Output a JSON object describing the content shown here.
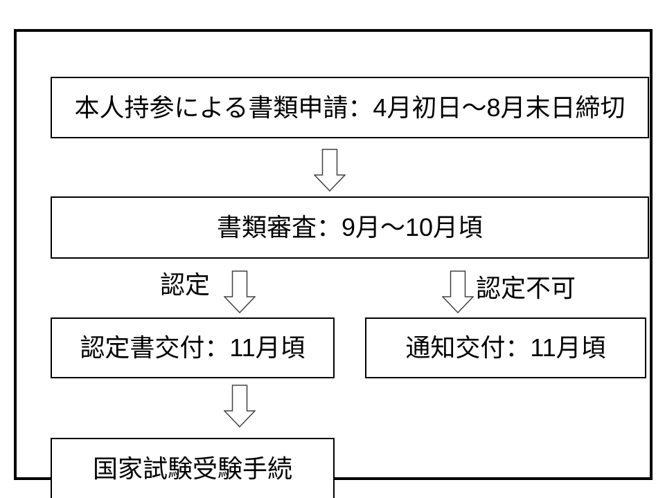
{
  "diagram": {
    "type": "flowchart",
    "colors": {
      "background": "#ffffff",
      "box_border": "#000000",
      "outer_frame": "#000000",
      "arrow_fill": "#ffffff",
      "arrow_outline": "#404040",
      "text": "#000000"
    },
    "nodes": [
      {
        "id": "application",
        "label": "本人持参による書類申請：4月初日～8月末日締切"
      },
      {
        "id": "screening",
        "label": "書類審査：9月～10月頃"
      },
      {
        "id": "certificate",
        "label": "認定書交付：11月頃"
      },
      {
        "id": "notification",
        "label": "通知交付：11月頃"
      },
      {
        "id": "exam",
        "label": "国家試験受験手続"
      }
    ],
    "branches": [
      {
        "id": "approved",
        "label": "認定"
      },
      {
        "id": "rejected",
        "label": "認定不可"
      }
    ],
    "edges": [
      {
        "from": "application",
        "to": "screening",
        "label": ""
      },
      {
        "from": "screening",
        "to": "certificate",
        "label": "認定"
      },
      {
        "from": "screening",
        "to": "notification",
        "label": "認定不可"
      },
      {
        "from": "certificate",
        "to": "exam",
        "label": ""
      }
    ]
  }
}
